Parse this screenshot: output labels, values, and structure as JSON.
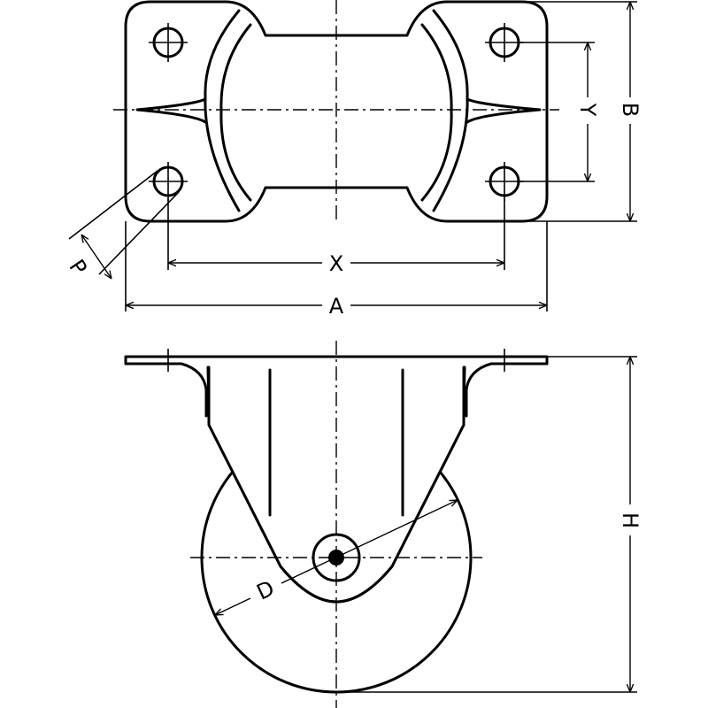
{
  "dimensions": {
    "a": "A",
    "b": "B",
    "x": "X",
    "y": "Y",
    "p": "P",
    "d": "D",
    "h": "H"
  },
  "colors": {
    "line": "#000000",
    "background": "#ffffff"
  }
}
